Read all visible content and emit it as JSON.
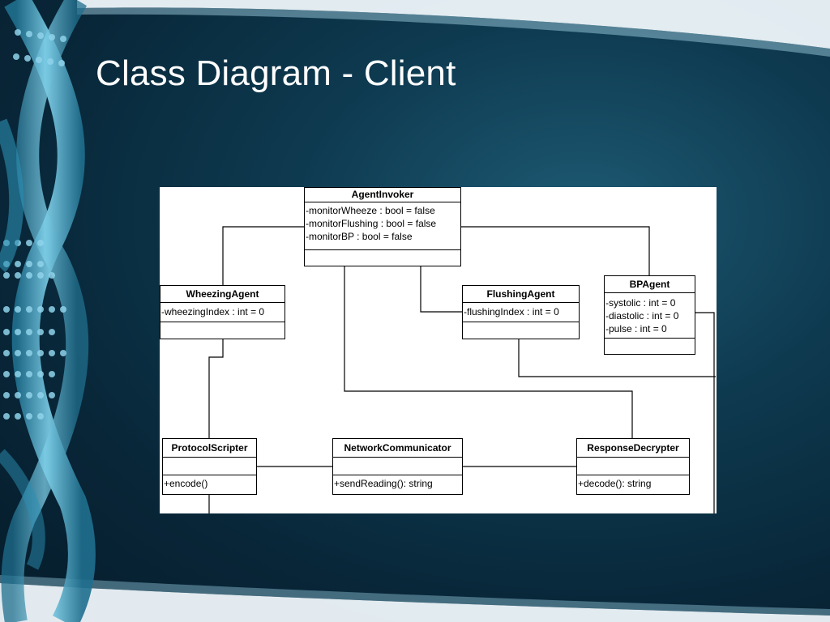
{
  "slide": {
    "title": "Class Diagram - Client"
  },
  "colors": {
    "background": "#0b3247",
    "helix": "#4aa7c7",
    "title": "#ffffff",
    "diagram_bg": "#ffffff"
  },
  "classes": {
    "agent_invoker": {
      "name": "AgentInvoker",
      "attributes": [
        "-monitorWheeze : bool = false",
        "-monitorFlushing : bool = false",
        "-monitorBP : bool = false"
      ],
      "methods": []
    },
    "wheezing_agent": {
      "name": "WheezingAgent",
      "attributes": [
        "-wheezingIndex : int = 0"
      ],
      "methods": []
    },
    "flushing_agent": {
      "name": "FlushingAgent",
      "attributes": [
        "-flushingIndex : int = 0"
      ],
      "methods": []
    },
    "bp_agent": {
      "name": "BPAgent",
      "attributes": [
        "-systolic : int = 0",
        "-diastolic : int = 0",
        "-pulse : int = 0"
      ],
      "methods": []
    },
    "protocol_scripter": {
      "name": "ProtocolScripter",
      "attributes": [],
      "methods": [
        "+encode()"
      ]
    },
    "network_communicator": {
      "name": "NetworkCommunicator",
      "attributes": [],
      "methods": [
        "+sendReading(): string"
      ]
    },
    "response_decrypter": {
      "name": "ResponseDecrypter",
      "attributes": [],
      "methods": [
        "+decode(): string"
      ]
    }
  }
}
